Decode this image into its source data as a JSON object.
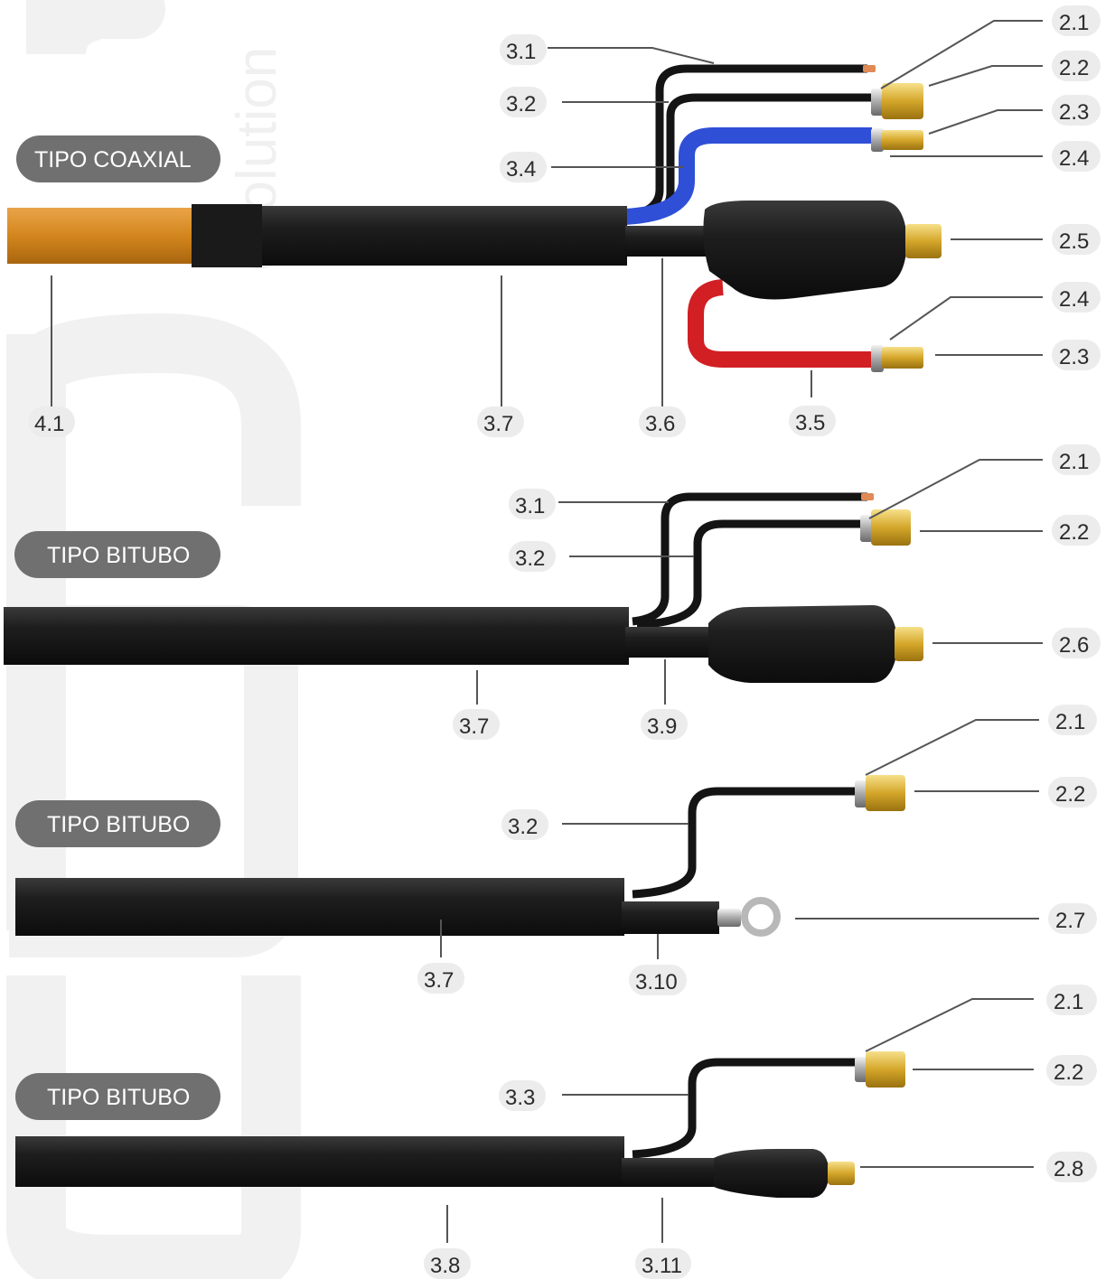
{
  "watermark": {
    "text": "evolution"
  },
  "colors": {
    "cable_black": "#1c1c1c",
    "sheath_orange": "#d98a1f",
    "hose_blue": "#2f4fd6",
    "hose_red": "#d11f24",
    "brass": "#d6a72a",
    "copper": "#e08a55",
    "label_fill": "#ececec",
    "type_fill": "#707070",
    "watermark": "#f0f0f0"
  },
  "sections": [
    {
      "type_label": "TIPO COAXIAL",
      "callouts": [
        "3.1",
        "3.2",
        "3.4",
        "2.1",
        "2.2",
        "2.3",
        "2.4",
        "2.5",
        "2.4",
        "2.3",
        "4.1",
        "3.7",
        "3.6",
        "3.5"
      ]
    },
    {
      "type_label": "TIPO BITUBO",
      "callouts": [
        "3.1",
        "3.2",
        "2.1",
        "2.2",
        "2.6",
        "3.7",
        "3.9"
      ]
    },
    {
      "type_label": "TIPO BITUBO",
      "callouts": [
        "3.2",
        "2.1",
        "2.2",
        "2.7",
        "3.7",
        "3.10"
      ]
    },
    {
      "type_label": "TIPO BITUBO",
      "callouts": [
        "3.3",
        "2.1",
        "2.2",
        "2.8",
        "3.8",
        "3.11"
      ]
    }
  ]
}
